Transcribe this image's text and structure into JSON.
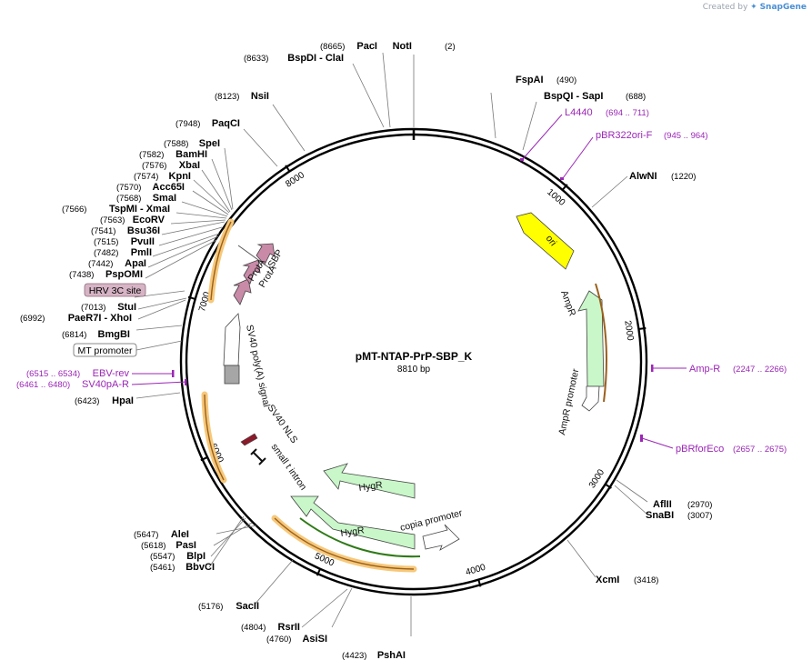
{
  "header": {
    "created_by": "Created by",
    "brand": "SnapGene"
  },
  "plasmid": {
    "name": "pMT-NTAP-PrP-SBP_K",
    "length_bp": 8810,
    "length_label": "8810 bp"
  },
  "ticks": [
    "1000",
    "2000",
    "3000",
    "4000",
    "5000",
    "6000",
    "7000",
    "8000"
  ],
  "sites": [
    {
      "pos": "(2)",
      "name": "NotI"
    },
    {
      "pos": "(490)",
      "name": "FspAI"
    },
    {
      "pos": "(688)",
      "name": "BspQI - SapI"
    },
    {
      "pos": "(1220)",
      "name": "AlwNI"
    },
    {
      "pos": "(2970)",
      "name": "AflII"
    },
    {
      "pos": "(3007)",
      "name": "SnaBI"
    },
    {
      "pos": "(3418)",
      "name": "XcmI"
    },
    {
      "pos": "(4423)",
      "name": "PshAI"
    },
    {
      "pos": "(4760)",
      "name": "AsiSI"
    },
    {
      "pos": "(4804)",
      "name": "RsrII"
    },
    {
      "pos": "(5176)",
      "name": "SacII"
    },
    {
      "pos": "(5461)",
      "name": "BbvCI"
    },
    {
      "pos": "(5547)",
      "name": "BlpI"
    },
    {
      "pos": "(5618)",
      "name": "PasI"
    },
    {
      "pos": "(5647)",
      "name": "AleI"
    },
    {
      "pos": "(6423)",
      "name": "HpaI"
    },
    {
      "pos": "(6814)",
      "name": "BmgBI"
    },
    {
      "pos": "(6992)",
      "name": "PaeR7I - XhoI"
    },
    {
      "pos": "(7013)",
      "name": "StuI"
    },
    {
      "pos": "(7438)",
      "name": "PspOMI"
    },
    {
      "pos": "(7442)",
      "name": "ApaI"
    },
    {
      "pos": "(7482)",
      "name": "PmlI"
    },
    {
      "pos": "(7515)",
      "name": "PvuII"
    },
    {
      "pos": "(7541)",
      "name": "Bsu36I"
    },
    {
      "pos": "(7563)",
      "name": "EcoRV"
    },
    {
      "pos": "(7566)",
      "name": "TspMI - XmaI"
    },
    {
      "pos": "(7568)",
      "name": "SmaI"
    },
    {
      "pos": "(7570)",
      "name": "Acc65I"
    },
    {
      "pos": "(7574)",
      "name": "KpnI"
    },
    {
      "pos": "(7576)",
      "name": "XbaI"
    },
    {
      "pos": "(7582)",
      "name": "BamHI"
    },
    {
      "pos": "(7588)",
      "name": "SpeI"
    },
    {
      "pos": "(7948)",
      "name": "PaqCI"
    },
    {
      "pos": "(8123)",
      "name": "NsiI"
    },
    {
      "pos": "(8633)",
      "name": "BspDI - ClaI"
    },
    {
      "pos": "(8665)",
      "name": "PacI"
    }
  ],
  "primers": [
    {
      "name": "L4440",
      "range": "(694 .. 711)"
    },
    {
      "name": "pBR322ori-F",
      "range": "(945 .. 964)"
    },
    {
      "name": "Amp-R",
      "range": "(2247 .. 2266)"
    },
    {
      "name": "pBRforEco",
      "range": "(2657 .. 2675)"
    },
    {
      "name": "EBV-rev",
      "range": "(6515 .. 6534)"
    },
    {
      "name": "SV40pA-R",
      "range": "(6461 .. 6480)"
    }
  ],
  "boxed_labels": [
    {
      "text": "HRV 3C site",
      "fill": "#d6b4c5"
    },
    {
      "text": "MT promoter",
      "fill": "#ffffff"
    }
  ],
  "features": [
    {
      "label": "ori",
      "color": "#ffff00"
    },
    {
      "label": "AmpR",
      "color": "#c9f7c9"
    },
    {
      "label": "AmpR promoter",
      "color": "#ffffff"
    },
    {
      "label": "HygR",
      "color": "#c9f7c9"
    },
    {
      "label": "HygR",
      "color": "#c9f7c9"
    },
    {
      "label": "copia promoter",
      "color": "#ffffff"
    },
    {
      "label": "small t intron",
      "color": "#222222"
    },
    {
      "label": "SV40 NLS",
      "color": "#8b1a2a"
    },
    {
      "label": "SV40 poly(A) signal",
      "color": "#a6a6a6"
    },
    {
      "label": "ProtA",
      "color": "#c98aa8"
    },
    {
      "label": "ProtA",
      "color": "#c98aa8"
    },
    {
      "label": "SBP",
      "color": "#c98aa8"
    }
  ],
  "colors": {
    "primer": "#9b26b6",
    "orf_highlight": "#f6c87a",
    "orf_arrow": "#9b5f1c",
    "backbone": "#000000"
  }
}
